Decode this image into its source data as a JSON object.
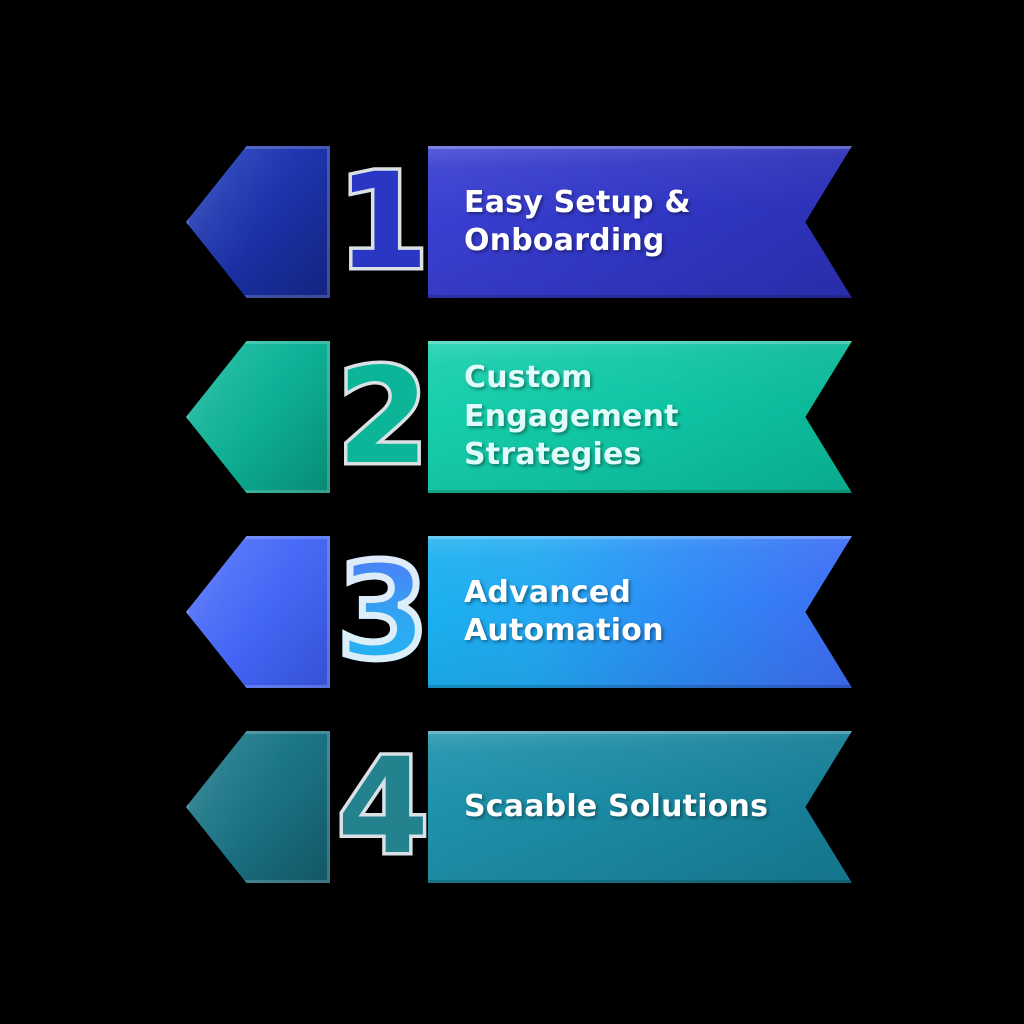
{
  "background_color": "#000000",
  "diagram": {
    "type": "numbered-ribbon-steps",
    "step_count": 4,
    "steps": [
      {
        "number": "1",
        "label_lines": [
          "Easy Setup & Onboarding"
        ],
        "arrow_color": "#1B31A6",
        "banner_color": "#3237C6",
        "number_fill": "#2A37C4",
        "number_outline": "#ECF4F8",
        "text_color": "#FFFFFF"
      },
      {
        "number": "2",
        "label_lines": [
          "Custom Engagement",
          "Strategies"
        ],
        "arrow_color": "#0DAE93",
        "banner_color": "#0FC6A4",
        "number_fill": "#0CB598",
        "number_outline": "#ECF4F8",
        "text_color": "#DFFCFA"
      },
      {
        "number": "3",
        "label_lines": [
          "Advanced Automation"
        ],
        "arrow_color": "#4466F5",
        "banner_color": "#2E8BF6",
        "number_fill": "#2FA8F2",
        "number_outline": "#ECF4F8",
        "text_color": "#FFFFFF"
      },
      {
        "number": "4",
        "label_lines": [
          "Scaable Solutions"
        ],
        "arrow_color": "#1A7183",
        "banner_color": "#1A88A1",
        "number_fill": "#24828F",
        "number_outline": "#ECF4F8",
        "text_color": "#FFFFFF"
      }
    ]
  }
}
